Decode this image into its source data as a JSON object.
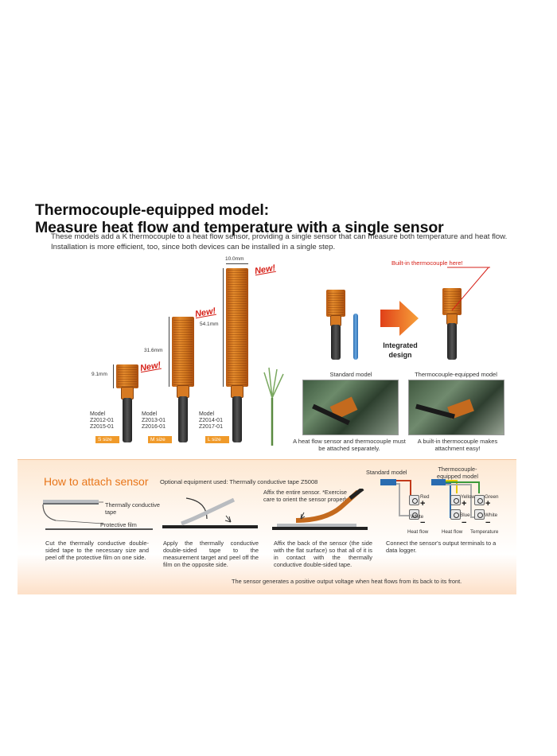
{
  "heading": {
    "line1": "Thermocouple-equipped model:",
    "line2": "Measure heat flow and temperature with a single sensor",
    "intro": "These models add a K thermocouple to a heat flow sensor, providing a single sensor that can measure both temperature and heat flow. Installation is more efficient, too, since both devices can be installed in a single step."
  },
  "sensors": [
    {
      "dimension": "9.1mm",
      "new_tag": "New!",
      "model": "Model\nZ2012-01\nZ2015-01",
      "size": "S size"
    },
    {
      "dimension": "31.6mm",
      "new_tag": "New!",
      "model": "Model\nZ2013-01\nZ2016-01",
      "size": "M size"
    },
    {
      "dimension": "54.1mm",
      "width_dimension": "10.0mm",
      "new_tag": "New!",
      "model": "Model\nZ2014-01\nZ2017-01",
      "size": "L size"
    }
  ],
  "integration": {
    "callout": "Built-in thermocouple here!",
    "label": "Integrated design",
    "standard_caption": "Standard model",
    "tc_caption": "Thermocouple-equipped model",
    "standard_note": "A heat flow sensor and thermocouple must be attached separately.",
    "tc_note": "A built-in thermocouple makes attachment easy!"
  },
  "how_to": {
    "title": "How to attach sensor",
    "optional": "Optional equipment used: Thermally conductive tape Z5008",
    "step1": {
      "label_tape": "Thermally conductive tape",
      "label_film": "Protective film",
      "text": "Cut the thermally conductive double-sided tape to the necessary size and peel off the protective film on one side."
    },
    "step2": {
      "text": "Apply the thermally conductive double-sided tape to the measurement target and peel off the film on the opposite side."
    },
    "step3": {
      "note": "Affix the entire sensor. *Exercise care to orient the sensor properly.",
      "text": "Affix the back of the sensor (the side with the flat surface) so that all of it is in contact with the thermally conductive double-sided tape."
    },
    "step4": {
      "standard_label": "Standard model",
      "tc_label": "Thermocouple-equipped model",
      "red": "Red",
      "white": "White",
      "yellow": "Yellow",
      "green": "Green",
      "blue": "Blue",
      "white2": "White",
      "heat_flow": "Heat flow",
      "heat_flow2": "Heat flow",
      "temperature": "Temperature",
      "plus": "+",
      "minus": "−",
      "text": "Connect the sensor's output terminals to a data logger."
    },
    "footer": "The sensor generates a positive output voltage when heat flows from its back to its front."
  },
  "colors": {
    "accent": "#e8761a",
    "new": "#d62018",
    "badge": "#f09a2a"
  }
}
